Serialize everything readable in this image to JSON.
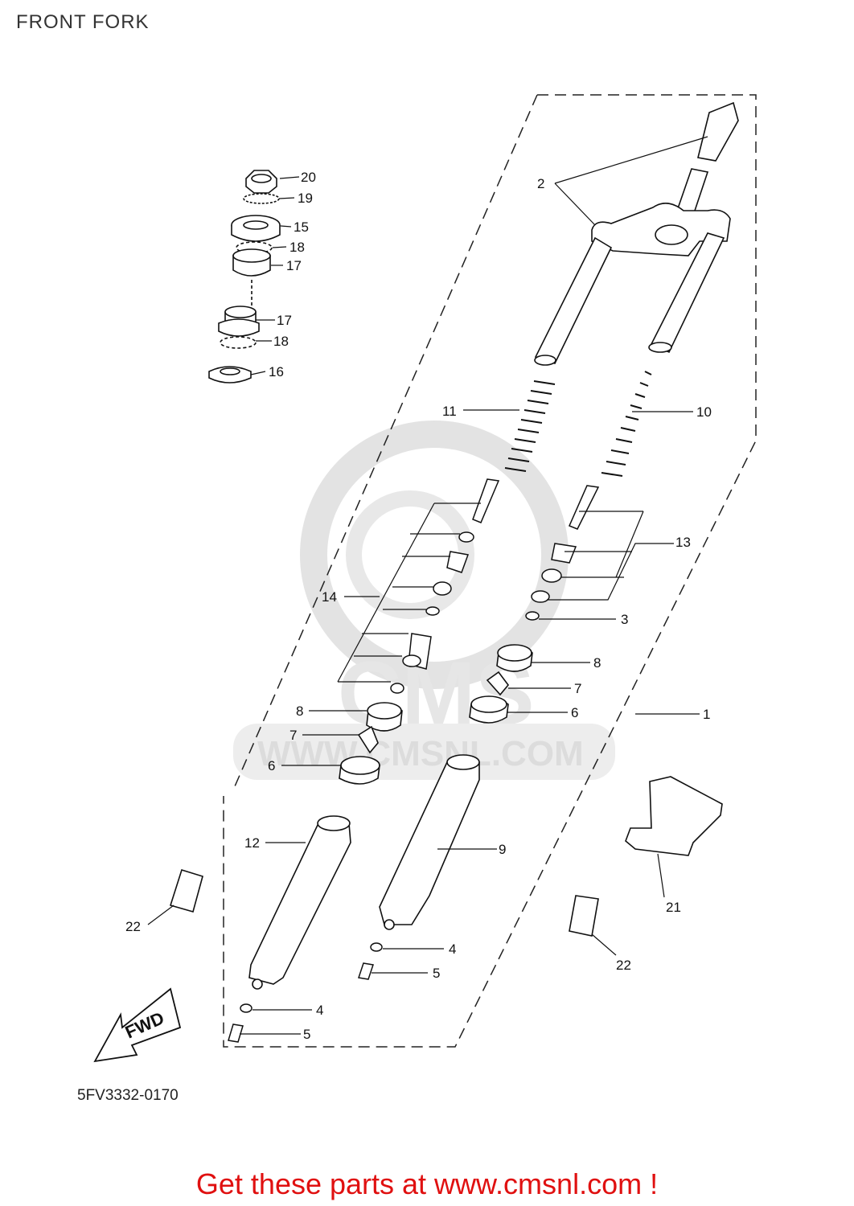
{
  "title": "FRONT FORK",
  "diagram_code": "5FV3332-0170",
  "footer_text": "Get these parts at www.cmsnl.com !",
  "watermark": {
    "brand": "CMS",
    "url": "WWW.CMSNL.COM"
  },
  "direction_label": "FWD",
  "colors": {
    "footer": "#e01010",
    "line": "#111111",
    "watermark": "#dcdcdc"
  },
  "callouts": [
    "20",
    "19",
    "15",
    "18",
    "17",
    "17",
    "18",
    "16",
    "2",
    "11",
    "10",
    "13",
    "14",
    "3",
    "8",
    "7",
    "6",
    "8",
    "7",
    "6",
    "1",
    "12",
    "9",
    "21",
    "22",
    "22",
    "4",
    "5",
    "4",
    "5"
  ]
}
